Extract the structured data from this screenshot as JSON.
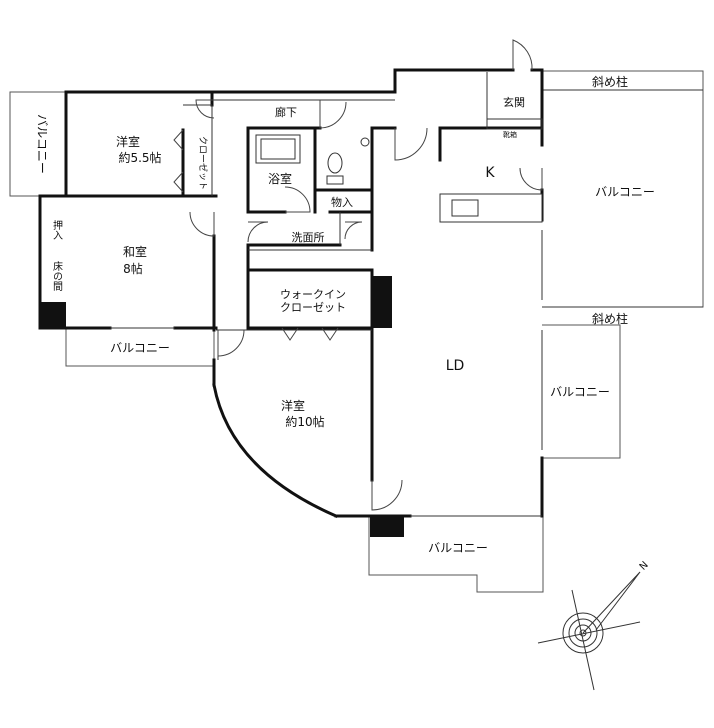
{
  "rooms": {
    "balcony_west": "バルコニー",
    "bedroom1_name": "洋室",
    "bedroom1_size": "約5.5帖",
    "closet1": "クローゼット",
    "corridor": "廊下",
    "entrance": "玄関",
    "shoe_box": "靴箱",
    "bath": "浴室",
    "closet_storage": "物入",
    "washroom": "洗面所",
    "kitchen": "K",
    "balcony_east_upper": "バルコニー",
    "diagonal_pillar_top": "斜め柱",
    "washitsu_name": "和室",
    "washitsu_size": "8帖",
    "oshiire": "押入",
    "tokonoma": "床の間",
    "walkin_line1": "ウォークイン",
    "walkin_line2": "クローゼット",
    "diagonal_pillar_bottom": "斜め柱",
    "balcony_sw": "バルコニー",
    "living_dining": "LD",
    "balcony_east_lower": "バルコニー",
    "bedroom2_name": "洋室",
    "bedroom2_size": "約10帖",
    "balcony_south": "バルコニー"
  },
  "compass": {
    "north_label": "N"
  }
}
